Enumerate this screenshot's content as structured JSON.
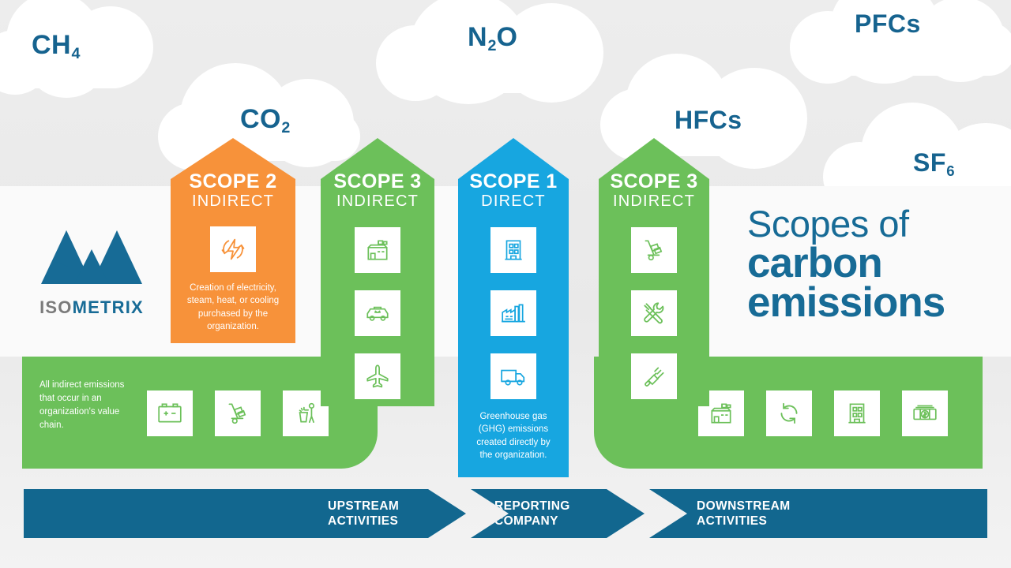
{
  "colors": {
    "scope1_blue": "#17a6e0",
    "scope2_orange": "#f7923a",
    "scope3_green": "#6cc05a",
    "dark_blue": "#12678f",
    "background_grey": "#ececec",
    "cloud_white": "#ffffff"
  },
  "clouds": [
    {
      "formula": "CH",
      "sub": "4"
    },
    {
      "formula": "CO",
      "sub": "2"
    },
    {
      "formula": "N",
      "sub": "2",
      "tail": "O"
    },
    {
      "formula": "PFCs",
      "sub": ""
    },
    {
      "formula": "HFCs",
      "sub": ""
    },
    {
      "formula": "SF",
      "sub": "6"
    }
  ],
  "gas_labels": {
    "ch4_main": "CH",
    "ch4_sub": "4",
    "co2_main": "CO",
    "co2_sub": "2",
    "n2o_main": "N",
    "n2o_sub": "2",
    "n2o_tail": "O",
    "pfcs": "PFCs",
    "hfcs": "HFCs",
    "sf6_main": "SF",
    "sf6_sub": "6"
  },
  "logo": {
    "name_part1": "ISO",
    "name_part2": "METRIX",
    "icon": "mountain-logo-icon"
  },
  "headline": {
    "line1": "Scopes of",
    "line2": "carbon",
    "line3": "emissions"
  },
  "columns": [
    {
      "id": "scope-2",
      "title": "SCOPE 2",
      "subtitle": "INDIRECT",
      "color": "#f7923a",
      "description": "Creation of electricity, steam, heat, or cooling purchased by the organization.",
      "icons": [
        "electricity-energy-icon"
      ]
    },
    {
      "id": "scope-3-upstream",
      "title": "SCOPE 3",
      "subtitle": "INDIRECT",
      "color": "#6cc05a",
      "description": "",
      "icons": [
        "store-front-icon",
        "car-icon",
        "airplane-icon"
      ]
    },
    {
      "id": "scope-1",
      "title": "SCOPE 1",
      "subtitle": "DIRECT",
      "color": "#17a6e0",
      "description": "Greenhouse gas (GHG) emissions created directly by the organization.",
      "icons": [
        "office-building-icon",
        "factory-icon",
        "delivery-truck-icon"
      ]
    },
    {
      "id": "scope-3-downstream",
      "title": "SCOPE 3",
      "subtitle": "INDIRECT",
      "color": "#6cc05a",
      "description": "",
      "icons": [
        "hand-truck-icon",
        "tools-icon",
        "electric-plug-icon"
      ]
    }
  ],
  "track": {
    "caption": "All indirect emissions that occur in an organization's value chain.",
    "left_icons": [
      "battery-icon",
      "hand-truck-icon",
      "waste-disposal-icon"
    ],
    "right_icons": [
      "store-front-icon",
      "recycle-arrows-icon",
      "office-building-icon",
      "money-cash-icon"
    ]
  },
  "bottom_bar": {
    "segments": [
      {
        "line1": "UPSTREAM",
        "line2": "ACTIVITIES"
      },
      {
        "line1": "REPORTING",
        "line2": "COMPANY"
      },
      {
        "line1": "DOWNSTREAM",
        "line2": "ACTIVITIES"
      }
    ]
  }
}
